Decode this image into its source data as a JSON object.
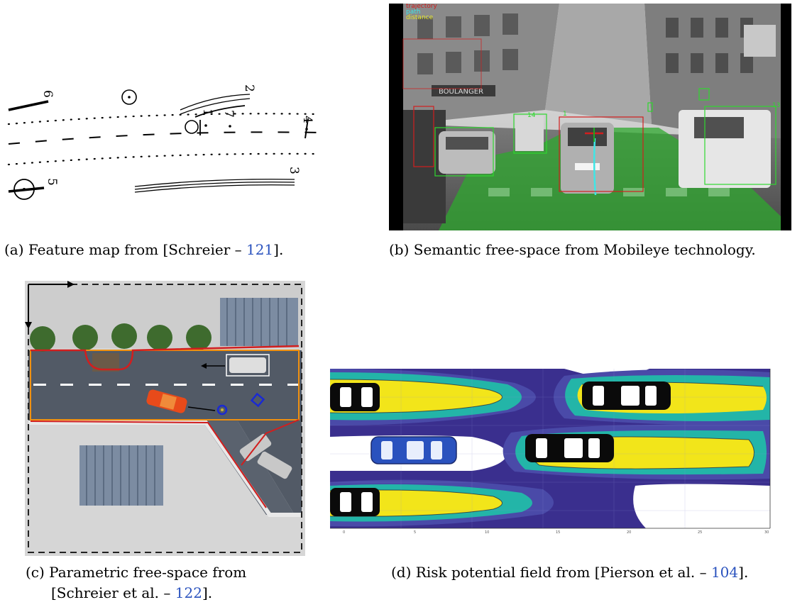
{
  "figure": {
    "a": {
      "caption_pre": "(a) Feature map from [Schreier – ",
      "caption_ref": "121",
      "caption_post": "].",
      "feature_labels": [
        "1",
        "2",
        "3",
        "4",
        "5",
        "6",
        "7"
      ]
    },
    "b": {
      "caption": "(b) Semantic free-space from Mobileye technology.",
      "hud_lines": [
        "trajectory",
        "path",
        "distance"
      ],
      "overlay_labels": [
        "1",
        "13",
        "14"
      ]
    },
    "c": {
      "caption_line1": "(c) Parametric free-space from",
      "caption_line2_pre": "[Schreier et al. – ",
      "caption_ref": "122",
      "caption_line2_post": "]."
    },
    "d": {
      "caption_pre": "(d) Risk potential field from [Pierson et al. – ",
      "caption_ref": "104",
      "caption_post": "].",
      "axis_ticks": [
        "0",
        "5",
        "10",
        "15",
        "20",
        "25",
        "30"
      ]
    }
  },
  "colors": {
    "citation": "#2a52be",
    "risk_field_background": "#3a2f8e",
    "risk_high": "#f2e51a",
    "risk_mid": "#23b5a8",
    "freespace_overlay": "#2fa82f",
    "freespace_boundary": "#d21e1e"
  }
}
